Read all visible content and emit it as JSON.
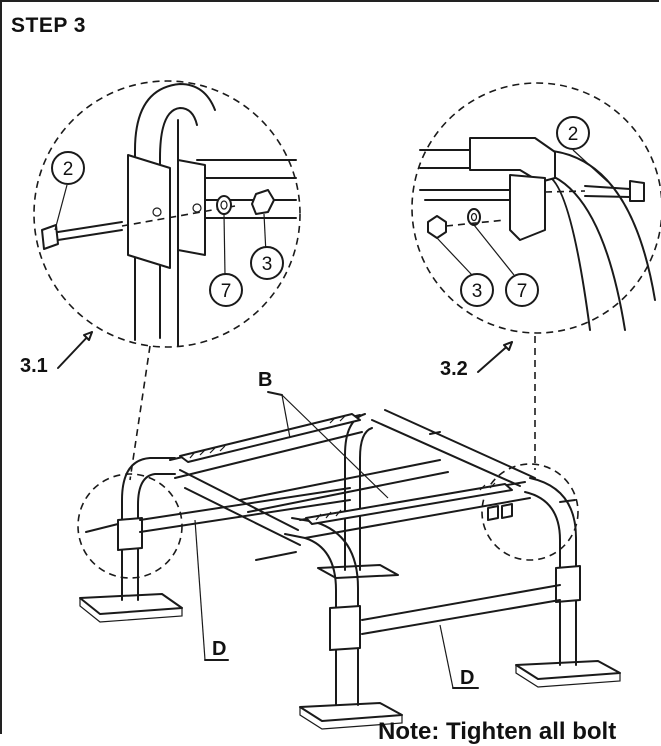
{
  "step_title": "STEP 3",
  "callouts": {
    "detail_left": "3.1",
    "detail_right": "3.2",
    "part_b": "B",
    "part_d_left": "D",
    "part_d_right": "D"
  },
  "part_numbers": {
    "bolt_left": "2",
    "washer_left": "7",
    "nut_left": "3",
    "bolt_right": "2",
    "nut_right": "3",
    "washer_right": "7"
  },
  "note": "Note:  Tighten all bolt"
}
